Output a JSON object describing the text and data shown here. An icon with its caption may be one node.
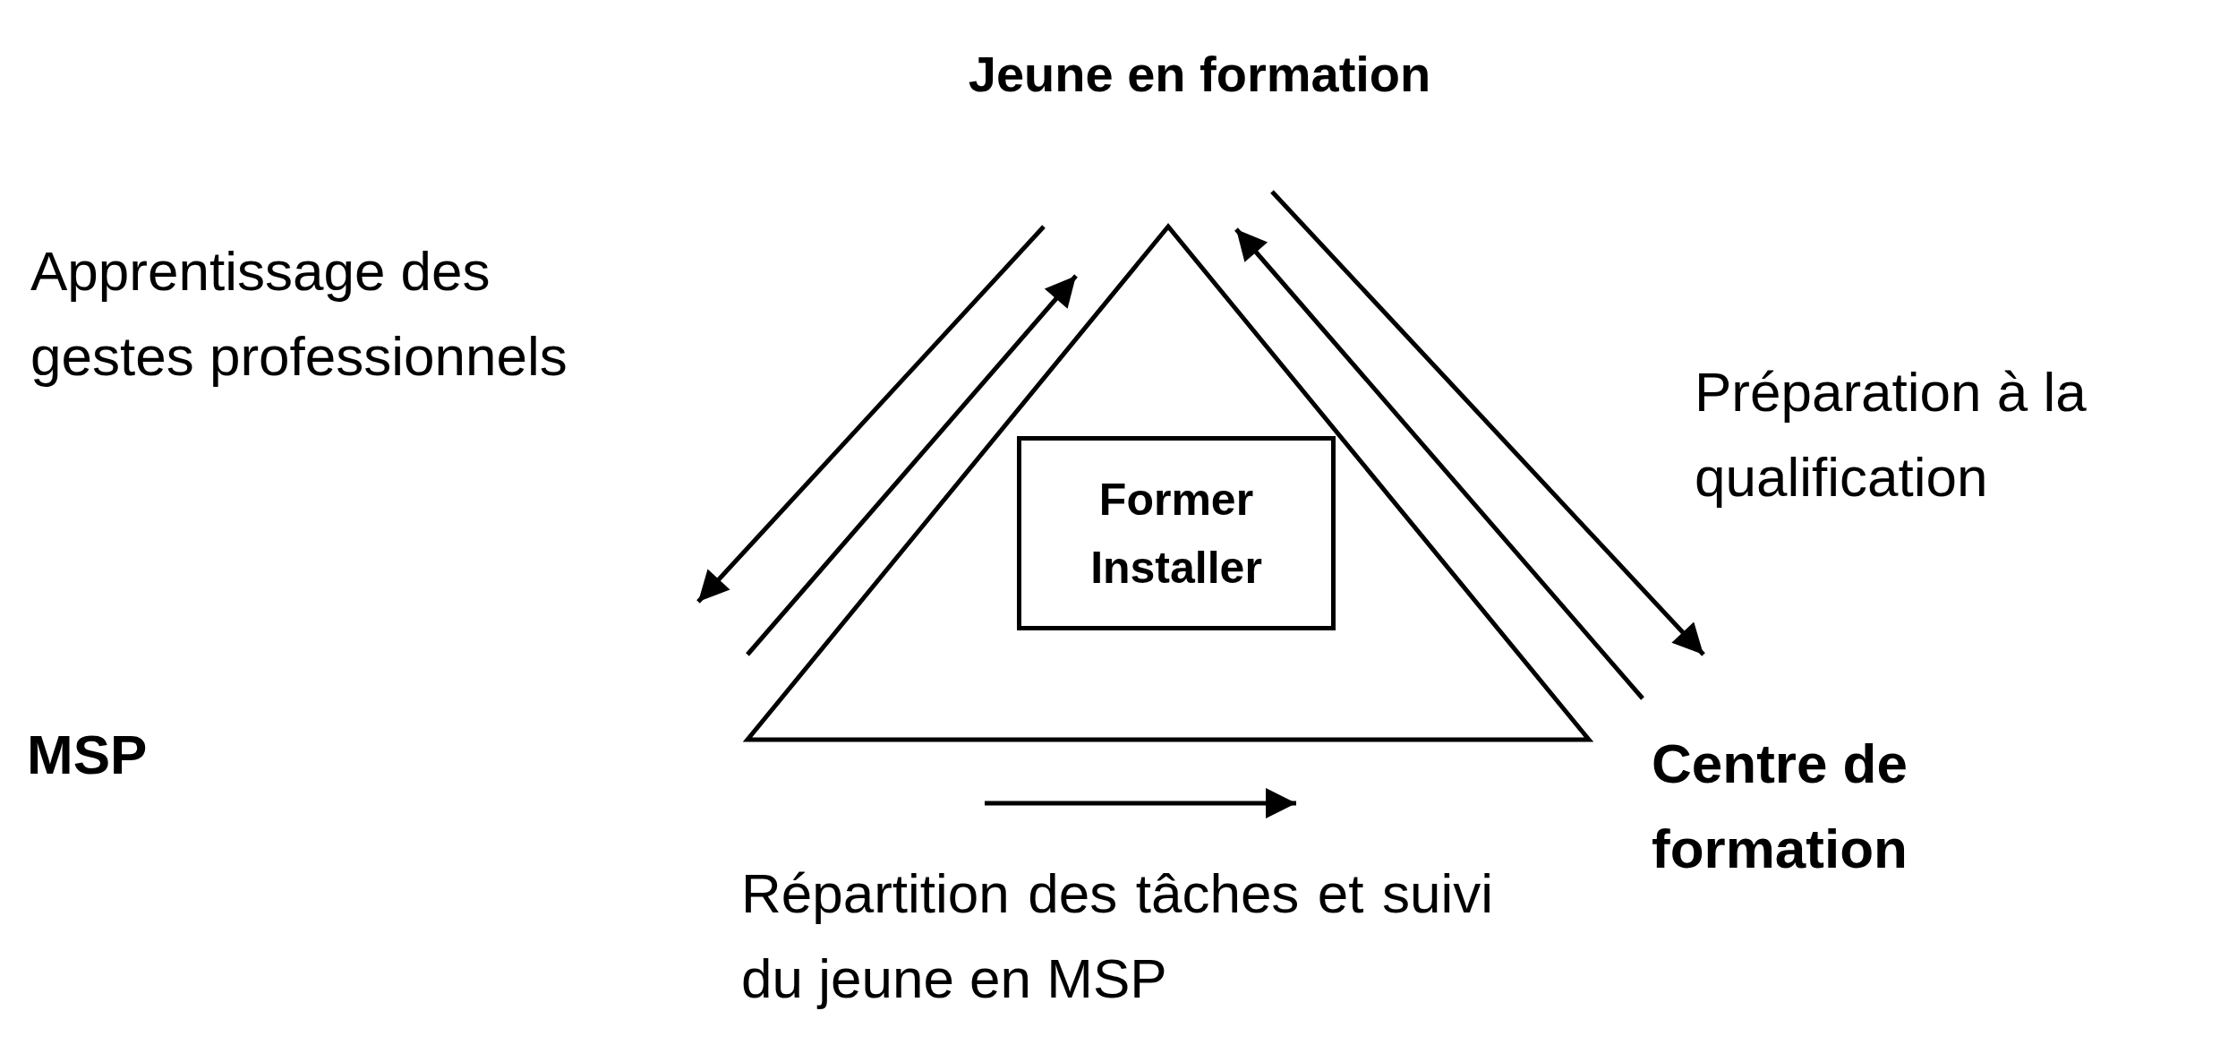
{
  "diagram": {
    "nodes": [
      {
        "text": [
          "Jeune en formation"
        ]
      },
      {
        "text": [
          "MSP"
        ]
      },
      {
        "text": [
          "Centre de formation"
        ]
      },
      {
        "text": [
          "Former Installer"
        ]
      }
    ],
    "edges": [
      {
        "from": 0,
        "to": null,
        "arrow": "to"
      },
      {
        "from": null,
        "to": 0,
        "arrow": "to"
      },
      {
        "from": 2,
        "to": 0,
        "arrow": "to"
      },
      {
        "from": 0,
        "to": 2,
        "arrow": "to"
      }
    ],
    "labels": [
      "Apprentissage des gestes professionnels",
      "Préparation à la qualification",
      "Répartition des tâches et suivi du jeune en MSP"
    ]
  }
}
